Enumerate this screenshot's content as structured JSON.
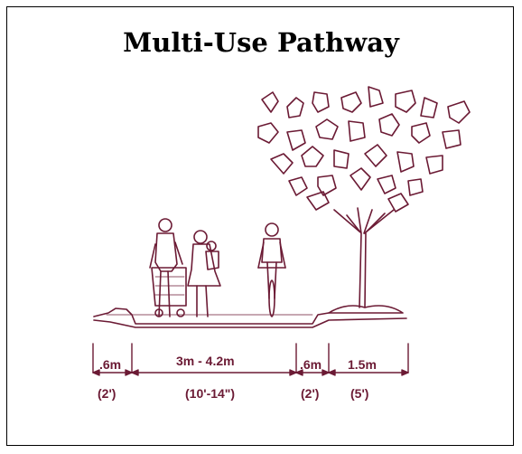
{
  "title": "Multi-Use Pathway",
  "colors": {
    "ink": "#6b1a34",
    "title": "#000000",
    "background": "#ffffff"
  },
  "dimensions": [
    {
      "metric": ".6m",
      "imperial": "(2')"
    },
    {
      "metric": "3m - 4.2m",
      "imperial": "(10'-14\")"
    },
    {
      "metric": ".6m",
      "imperial": "(2')"
    },
    {
      "metric": "1.5m",
      "imperial": "(5')"
    }
  ]
}
